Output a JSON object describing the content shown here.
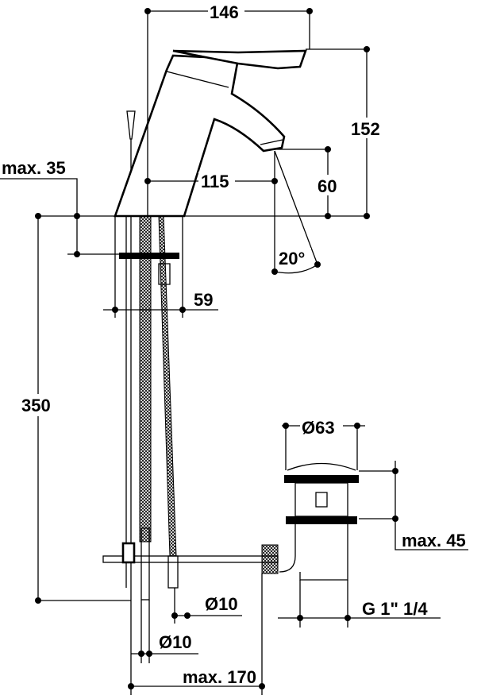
{
  "dimensions": {
    "width_total": "146",
    "height_total": "152",
    "max_deck": "max. 35",
    "spout_reach": "115",
    "spout_height": "60",
    "spout_angle": "20°",
    "base_width": "59",
    "hose_length": "350",
    "waste_diameter": "Ø63",
    "waste_max": "max. 45",
    "waste_thread": "G 1\" 1/4",
    "hose_diameter_1": "Ø10",
    "hose_diameter_2": "Ø10",
    "max_reach": "max. 170"
  }
}
